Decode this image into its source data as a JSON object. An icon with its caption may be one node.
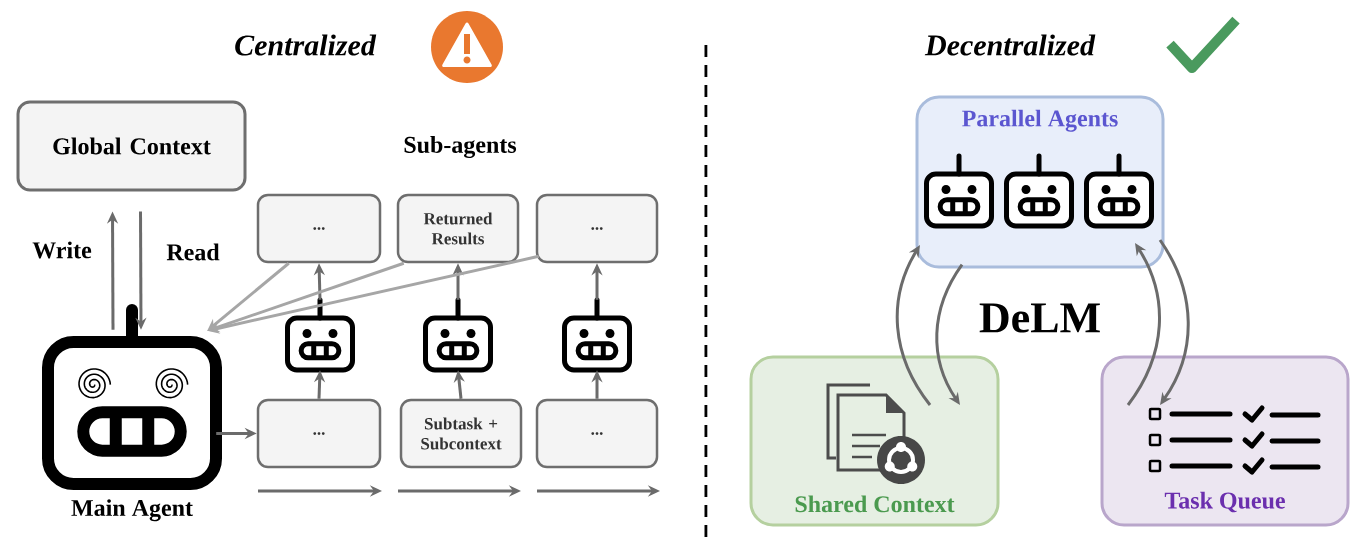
{
  "diagram": {
    "nodes": [
      {
        "text": [
          "Global Context"
        ]
      },
      {
        "text": [
          "Main Agent"
        ]
      },
      {
        "text": [
          "..."
        ]
      },
      {
        "text": [
          "Returned Results"
        ]
      },
      {
        "text": [
          "..."
        ]
      },
      {
        "text": [],
        "shape": "robot"
      },
      {
        "text": [],
        "shape": "robot"
      },
      {
        "text": [],
        "shape": "robot"
      },
      {
        "text": [
          "..."
        ]
      },
      {
        "text": [
          "Subtask + Subcontext"
        ]
      },
      {
        "text": [
          "..."
        ]
      },
      {
        "text": [
          "Parallel Agents"
        ]
      },
      {
        "text": [],
        "shape": "robot",
        "in": 11
      },
      {
        "text": [],
        "shape": "robot",
        "in": 11
      },
      {
        "text": [],
        "shape": "robot",
        "in": 11
      },
      {
        "text": [
          "Shared Context"
        ]
      },
      {
        "text": [
          "Task Queue"
        ]
      }
    ],
    "edges": [
      {
        "from": 1,
        "to": 0,
        "arrow": "to",
        "label": "Write"
      },
      {
        "from": 0,
        "to": 1,
        "arrow": "to",
        "label": "Read"
      },
      {
        "from": 1,
        "to": 8,
        "arrow": "to"
      },
      {
        "from": 8,
        "to": 5,
        "arrow": "to"
      },
      {
        "from": 5,
        "to": 2,
        "arrow": "to"
      },
      {
        "from": 9,
        "to": 6,
        "arrow": "to"
      },
      {
        "from": 6,
        "to": 3,
        "arrow": "to"
      },
      {
        "from": 10,
        "to": 7,
        "arrow": "to"
      },
      {
        "from": 7,
        "to": 4,
        "arrow": "to"
      },
      {
        "from": 2,
        "to": 1,
        "arrow": "to",
        "color": "#a6a6a6"
      },
      {
        "from": 3,
        "to": 1,
        "arrow": "to",
        "color": "#a6a6a6"
      },
      {
        "from": 4,
        "to": 1,
        "arrow": "to",
        "color": "#a6a6a6"
      },
      {
        "from": 15,
        "to": 11,
        "arrow": "to"
      },
      {
        "from": 11,
        "to": 15,
        "arrow": "to"
      },
      {
        "from": 16,
        "to": 11,
        "arrow": "to"
      },
      {
        "from": 11,
        "to": 16,
        "arrow": "to"
      }
    ],
    "labels": [
      "Centralized",
      "Decentralized",
      "Sub-agents",
      "DeLM"
    ]
  }
}
